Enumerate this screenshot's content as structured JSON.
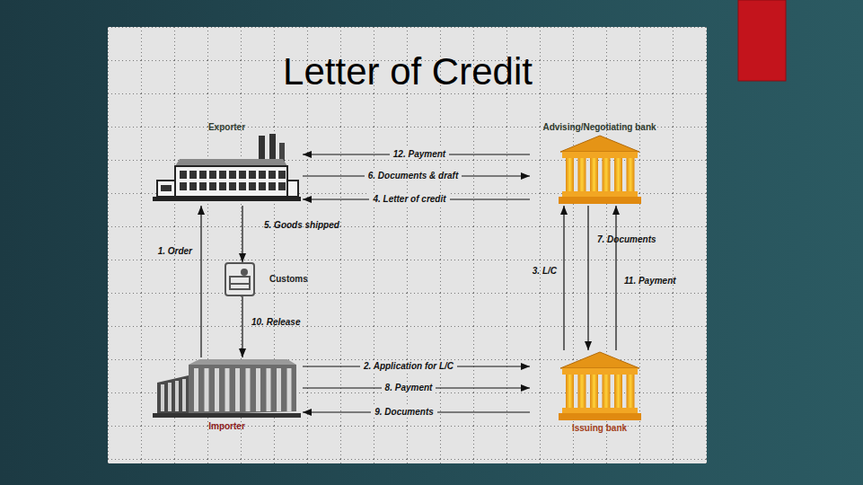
{
  "diagram": {
    "title": "Letter of Credit",
    "nodes": [
      {
        "text": [
          "Exporter"
        ]
      },
      {
        "text": [
          "Advising/Negotiating bank"
        ]
      },
      {
        "text": [
          "Customs"
        ]
      },
      {
        "text": [
          "Importer"
        ]
      },
      {
        "text": [
          "Issuing bank"
        ]
      }
    ],
    "edges": [
      {
        "from": 3,
        "to": 0,
        "label": "1. Order",
        "arrow": "to"
      },
      {
        "from": 3,
        "to": 4,
        "label": "2. Application for L/C",
        "arrow": "to"
      },
      {
        "from": 4,
        "to": 1,
        "label": "3. L/C",
        "arrow": "to"
      },
      {
        "from": 1,
        "to": 0,
        "label": "4. Letter of credit",
        "arrow": "to"
      },
      {
        "from": 0,
        "to": 2,
        "label": "5. Goods shipped",
        "arrow": "to"
      },
      {
        "from": 0,
        "to": 1,
        "label": "6. Documents & draft",
        "arrow": "to"
      },
      {
        "from": 1,
        "to": 4,
        "label": "7. Documents",
        "arrow": "to"
      },
      {
        "from": 3,
        "to": 4,
        "label": "8. Payment",
        "arrow": "to"
      },
      {
        "from": 4,
        "to": 3,
        "label": "9. Documents",
        "arrow": "to"
      },
      {
        "from": 2,
        "to": 3,
        "label": "10. Release",
        "arrow": "to"
      },
      {
        "from": 4,
        "to": 1,
        "label": "11. Payment",
        "arrow": "to"
      },
      {
        "from": 1,
        "to": 0,
        "label": "12. Payment",
        "arrow": "to"
      }
    ]
  }
}
